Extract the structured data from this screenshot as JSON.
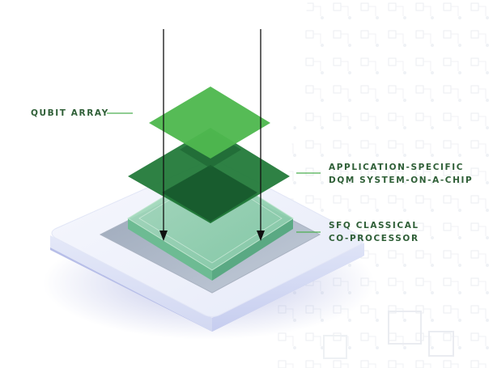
{
  "labels": {
    "qubit_array": "QUBIT ARRAY",
    "soc_line1": "APPLICATION-SPECIFIC",
    "soc_line2": "DQM SYSTEM-ON-A-CHIP",
    "sfq_line1": "SFQ CLASSICAL",
    "sfq_line2": "CO-PROCESSOR"
  },
  "colors": {
    "label_text": "#2f5f37",
    "leader_line": "#4caf50",
    "qubit_layer": "#4fb84f",
    "soc_layer": "#237a3a",
    "soc_core": "#15542a",
    "coprocessor_glass": "#7ec9a2",
    "base_plate": "#eef1fb",
    "base_shadow": "#8d96d6",
    "arrow": "#111111"
  }
}
